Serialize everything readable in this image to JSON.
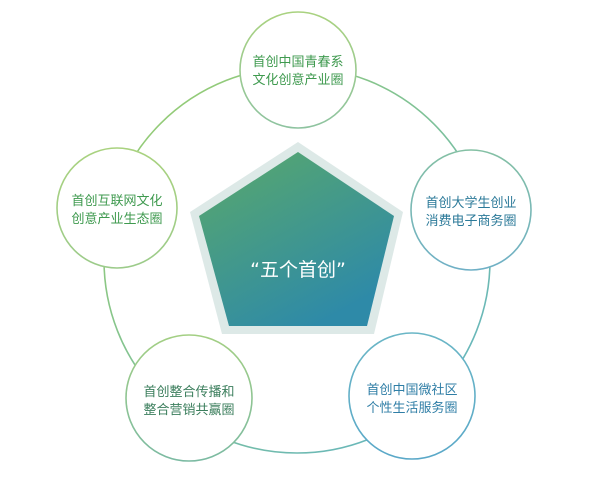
{
  "center": {
    "label": "“五个首创”"
  },
  "circles": [
    {
      "line1": "首创中国青春系",
      "line2": "文化创意产业圈",
      "color": "#3f9a4f"
    },
    {
      "line1": "首创大学生创业",
      "line2": "消费电子商务圈",
      "color": "#2c7a99"
    },
    {
      "line1": "首创中国微社区",
      "line2": "个性生活服务圈",
      "color": "#2f7ea6"
    },
    {
      "line1": "首创整合传播和",
      "line2": "整合营销共赢圈",
      "color": "#3b7e5c"
    },
    {
      "line1": "首创互联网文化",
      "line2": "创意产业生态圈",
      "color": "#3f9a4f"
    }
  ],
  "colors": {
    "ring_start": "#9ccf6a",
    "ring_end": "#5fb3c9",
    "pentagon_top": "#5aa96a",
    "pentagon_bottom": "#2e8aa8",
    "pentagon_border": "#d9e7e4"
  }
}
